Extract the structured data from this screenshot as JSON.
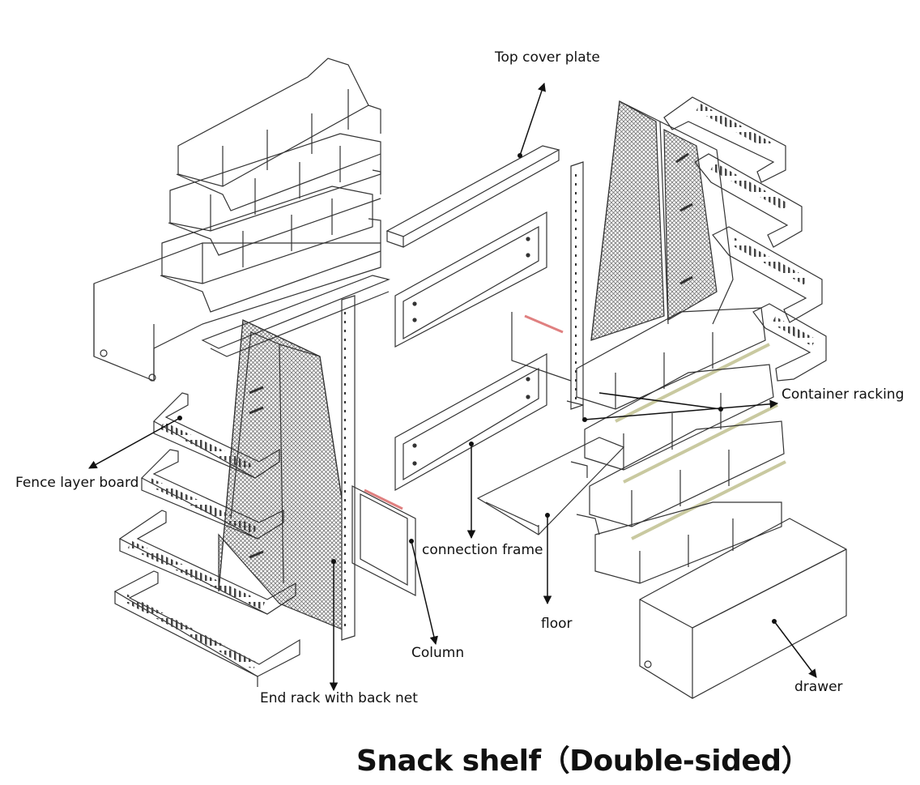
{
  "title": "Snack shelf（Double-sided）",
  "labels": {
    "top_cover_plate": "Top cover plate",
    "container_racking": "Container racking",
    "fence_layer_board": "Fence layer board",
    "connection_frame": "connection frame",
    "floor": "floor",
    "column": "Column",
    "end_rack": "End rack with back net",
    "drawer": "drawer"
  },
  "colors": {
    "line": "#333333",
    "accent": "#e08080",
    "mesh": "#888888"
  }
}
